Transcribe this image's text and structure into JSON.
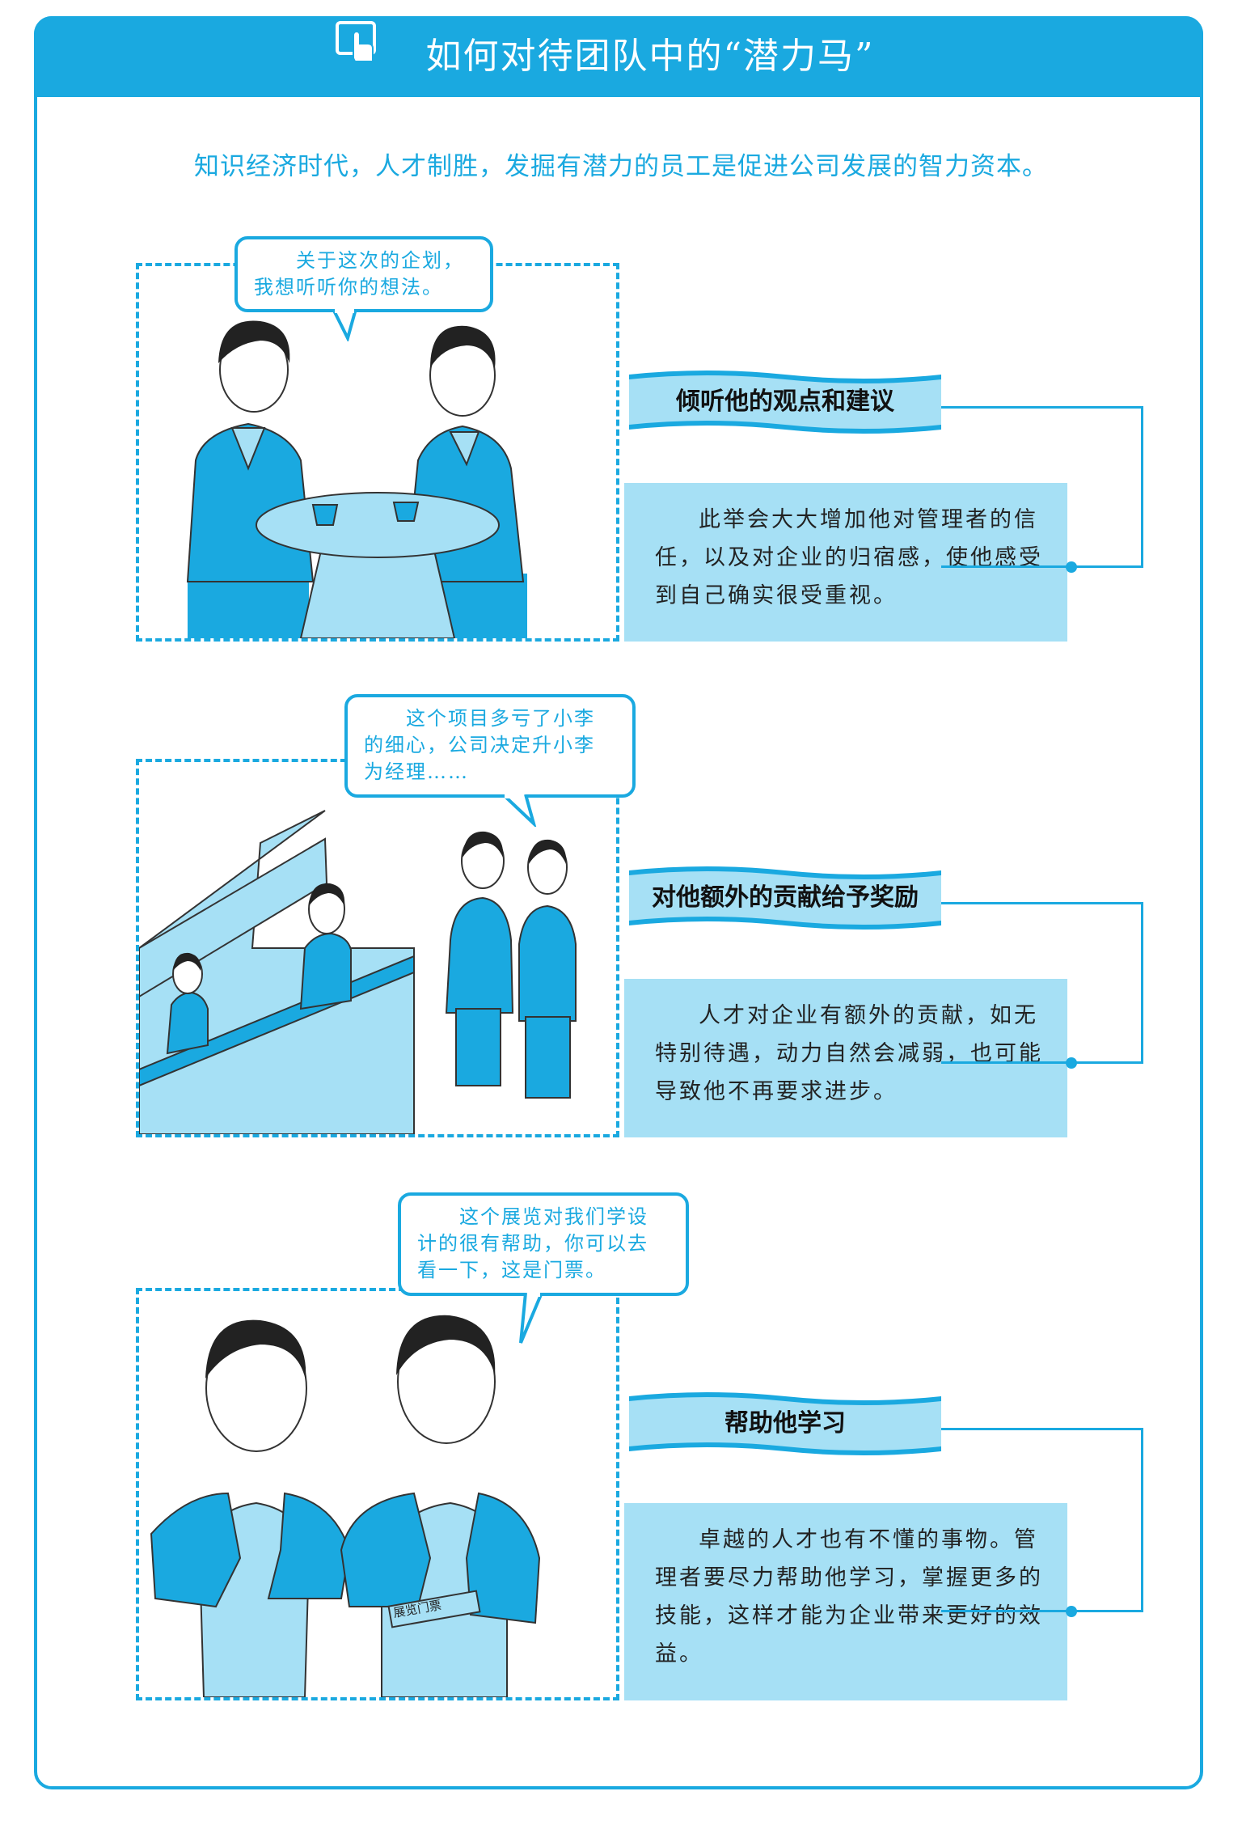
{
  "header": {
    "title": "如何对待团队中的“潜力马”",
    "icon": "hand-pointer-icon"
  },
  "intro": "知识经济时代，人才制胜，发掘有潜力的员工是促进公司发展的智力资本。",
  "colors": {
    "accent": "#1aa9e0",
    "panel": "#a6e0f5",
    "figure": "#1aa9e0",
    "figure_light": "#a6e0f5"
  },
  "sections": [
    {
      "bubble": "　　关于这次的企划，\n我想听听你的想法。",
      "banner": "倾听他的观点和建议",
      "desc": "此举会大大增加他对管理者的信任，以及对企业的归宿感，使他感受到自己确实很受重视。"
    },
    {
      "bubble": "　　这个项目多亏了小李\n的细心，公司决定升小李\n为经理……",
      "banner": "对他额外的贡献给予奖励",
      "desc": "人才对企业有额外的贡献，如无特别待遇，动力自然会减弱，也可能导致他不再要求进步。"
    },
    {
      "bubble": "　　这个展览对我们学设\n计的很有帮助，你可以去\n看一下，这是门票。",
      "banner": "帮助他学习",
      "desc": "卓越的人才也有不懂的事物。管理者要尽力帮助他学习，掌握更多的技能，这样才能为企业带来更好的效益。",
      "ticket_label": "展览门票"
    }
  ]
}
